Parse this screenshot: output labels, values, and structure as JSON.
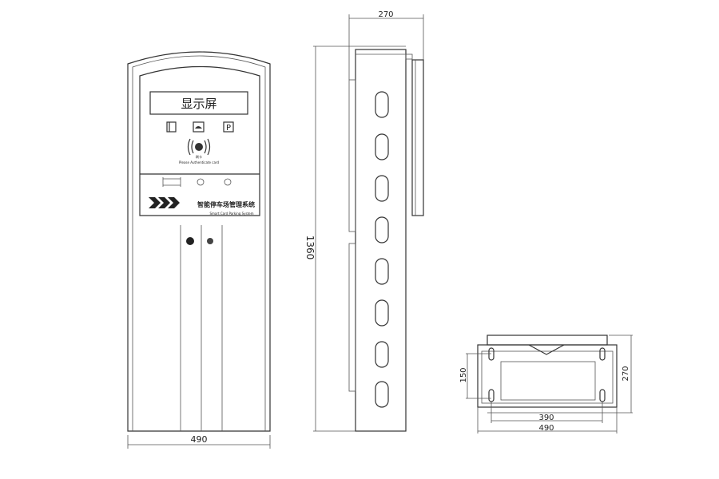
{
  "front_view": {
    "display_label": "显示屏",
    "card_prompt_cn": "刷卡",
    "card_prompt_en": "Please Authenticate card",
    "system_name_cn": "智能停车场管理系统",
    "system_name_en": "Smart Card Parking System",
    "parking_icon_letter": "P",
    "width_dim": "490"
  },
  "side_view": {
    "depth_dim": "270",
    "height_dim": "1360"
  },
  "plan_view": {
    "hole_spacing_dim": "150",
    "depth_dim": "270",
    "hole_span_dim": "390",
    "width_dim": "490"
  }
}
